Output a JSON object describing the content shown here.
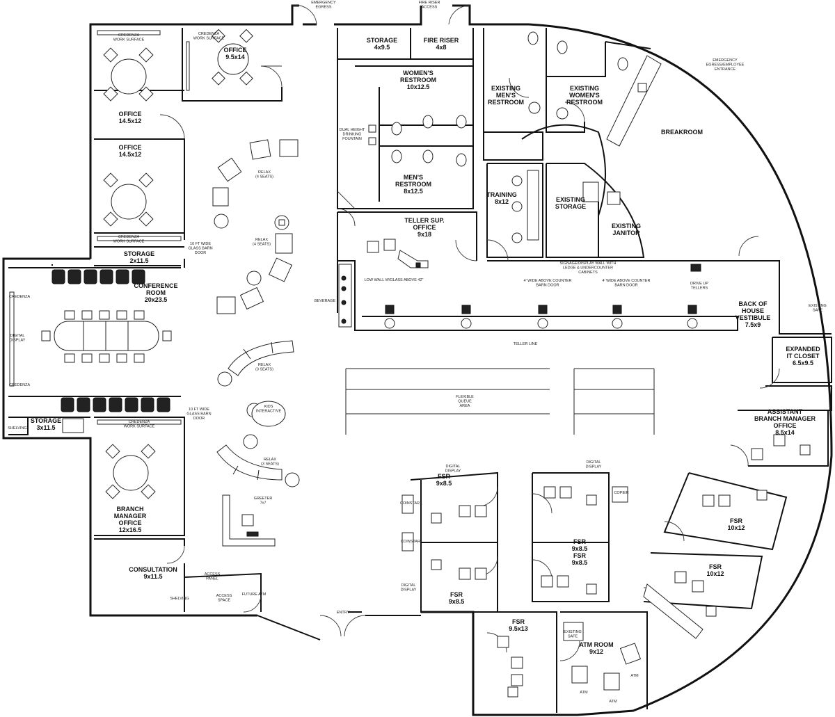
{
  "rooms": {
    "office_top": [
      "OFFICE",
      "9.5x14"
    ],
    "office_1": [
      "OFFICE",
      "14.5x12"
    ],
    "office_2": [
      "OFFICE",
      "14.5x12"
    ],
    "storage_a": [
      "STORAGE",
      "2x11.5"
    ],
    "conference": [
      "CONFERENCE",
      "ROOM",
      "20x23.5"
    ],
    "storage_b": [
      "STORAGE",
      "3x11.5"
    ],
    "branch_mgr": [
      "BRANCH",
      "MANAGER",
      "OFFICE",
      "12x16.5"
    ],
    "consultation": [
      "CONSULTATION",
      "9x11.5"
    ],
    "storage_c": [
      "STORAGE",
      "4x9.5"
    ],
    "fire_riser": [
      "FIRE RISER",
      "4x8"
    ],
    "womens": [
      "WOMEN'S",
      "RESTROOM",
      "10x12.5"
    ],
    "mens": [
      "MEN'S",
      "RESTROOM",
      "8x12.5"
    ],
    "ex_mens": [
      "EXISTING",
      "MEN'S",
      "RESTROOM"
    ],
    "ex_womens": [
      "EXISTING",
      "WOMEN'S",
      "RESTROOM"
    ],
    "breakroom": [
      "BREAKROOM"
    ],
    "training": [
      "TRAINING",
      "8x12"
    ],
    "ex_storage": [
      "EXISTING",
      "STORAGE"
    ],
    "ex_janitor": [
      "EXISTING",
      "JANITOR"
    ],
    "teller_sup": [
      "TELLER SUP.",
      "OFFICE",
      "9x18"
    ],
    "boh": [
      "BACK OF",
      "HOUSE",
      "VESTIBULE",
      "7.5x9"
    ],
    "it_closet": [
      "EXPANDED",
      "IT CLOSET",
      "6.5x9.5"
    ],
    "abm": [
      "ASSISTANT",
      "BRANCH MANAGER",
      "OFFICE",
      "8.5x14"
    ],
    "fsr_a": [
      "FSR",
      "9x8.5"
    ],
    "fsr_b": [
      "FSR",
      "9x8.5"
    ],
    "fsr_c": [
      "FSR",
      "9x8.5"
    ],
    "fsr_d": [
      "FSR",
      "9x8.5"
    ],
    "fsr_e": [
      "FSR",
      "10x12"
    ],
    "fsr_f": [
      "FSR",
      "10x12"
    ],
    "fsr_g": [
      "FSR",
      "9.5x13"
    ],
    "atm_room": [
      "ATM ROOM",
      "9x12"
    ]
  },
  "notes": {
    "credenza_ws_1": [
      "CREDENZA",
      "WORK SURFACE"
    ],
    "credenza_ws_2": [
      "CREDENZA",
      "WORK SURFACE"
    ],
    "credenza_ws_3": [
      "CREDENZA",
      "WORK SURFACE"
    ],
    "credenza_ws_4": [
      "CREDENZA",
      "WORK SURFACE"
    ],
    "barn_door_1": [
      "10 FT WIDE",
      "GLASS BARN",
      "DOOR"
    ],
    "barn_door_2": [
      "10 FT WIDE",
      "GLASS BARN",
      "DOOR"
    ],
    "relax_1": [
      "RELAX",
      "(4 SEATS)"
    ],
    "relax_2": [
      "RELAX",
      "(4 SEATS)"
    ],
    "relax_3": [
      "RELAX",
      "(3 SEATS)"
    ],
    "relax_4": [
      "RELAX",
      "(3 SEATS)"
    ],
    "kids": [
      "KIDS",
      "INTERACTIVE"
    ],
    "greeter": [
      "GREETER",
      "7x7"
    ],
    "credenza_left_1": [
      "CREDENZA"
    ],
    "credenza_left_2": [
      "CREDENZA"
    ],
    "digital_display_left": [
      "DIGITAL",
      "DISPLAY"
    ],
    "shelving_left": [
      "SHELVING"
    ],
    "shelving_consult": [
      "SHELVING"
    ],
    "access_panel": [
      "ACCESS",
      "PANEL"
    ],
    "access_space": [
      "ACCESS",
      "SPACE"
    ],
    "future_atm": [
      "FUTURE ATM"
    ],
    "entry": [
      "ENTRY"
    ],
    "emergency_egress": [
      "EMERGENCY",
      "EGRESS"
    ],
    "fire_riser_access": [
      "FIRE RISER",
      "ACCESS"
    ],
    "emergency_entrance": [
      "EMERGENCY",
      "EGRESS/EMPLOYEE",
      "ENTRANCE"
    ],
    "dual_fountain": [
      "DUAL HEIGHT",
      "DRINKING",
      "FOUNTAIN"
    ],
    "beverage": [
      "BEVERAGE"
    ],
    "low_wall": [
      "LOW WALL W/GLASS ABOVE 42\""
    ],
    "signage_wall": [
      "SIGNAGE/DISPLAY WALL WITH",
      "LEDGE & UNDERCOUNTER",
      "CABINETS"
    ],
    "counter_door_1": [
      "4' WIDE ABOVE COUNTER",
      "BARN DOOR"
    ],
    "counter_door_2": [
      "4' WIDE ABOVE COUNTER",
      "BARN DOOR"
    ],
    "drive_up": [
      "DRIVE UP",
      "TELLERS"
    ],
    "teller_line": [
      "TELLER LINE"
    ],
    "queue": [
      "FLEXIBLE",
      "QUEUE",
      "AREA"
    ],
    "existing_safe_1": [
      "EXISTING",
      "SAFE"
    ],
    "existing_safe_2": [
      "EXISTING",
      "SAFE"
    ],
    "dd_1": [
      "DIGITAL",
      "DISPLAY"
    ],
    "dd_2": [
      "DIGITAL",
      "DISPLAY"
    ],
    "dd_3": [
      "DIGITAL",
      "DISPLAY"
    ],
    "coinstar_1": [
      "COINSTAR"
    ],
    "coinstar_2": [
      "COINSTAR"
    ],
    "copier": [
      "COPIER"
    ],
    "atm_1": [
      "ATM"
    ],
    "atm_2": [
      "ATM"
    ],
    "atm_3": [
      "ATM"
    ]
  }
}
